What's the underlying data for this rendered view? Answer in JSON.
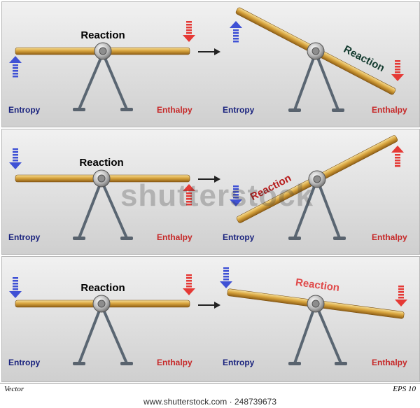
{
  "labels": {
    "entropy": "Entropy",
    "enthalpy": "Enthalpy",
    "reaction": "Reaction"
  },
  "colors": {
    "entropy_text": "#1a237e",
    "enthalpy_text": "#c62828",
    "entropy_arrow": "#3f51d5",
    "enthalpy_arrow": "#e53935",
    "reaction_default": "#000000",
    "reaction_row1_tilted": "#123a2e",
    "reaction_row2_tilted": "#b71c1c",
    "reaction_row3_tilted": "#e04a4a"
  },
  "rows": [
    {
      "left_scene": {
        "entropy_arrow": "up",
        "enthalpy_arrow": "down"
      },
      "right_scene": {
        "entropy_arrow": "up",
        "enthalpy_arrow": "down",
        "tilt": "enthalpy-side-down"
      }
    },
    {
      "left_scene": {
        "entropy_arrow": "down",
        "enthalpy_arrow": "up"
      },
      "right_scene": {
        "entropy_arrow": "down",
        "enthalpy_arrow": "up",
        "tilt": "entropy-side-down"
      }
    },
    {
      "left_scene": {
        "entropy_arrow": "down",
        "enthalpy_arrow": "down"
      },
      "right_scene": {
        "entropy_arrow": "down",
        "enthalpy_arrow": "down",
        "tilt": "slight-enthalpy-side-down"
      }
    }
  ],
  "footer": {
    "left": "Vector",
    "right": "EPS 10"
  },
  "watermark": "shutterstock",
  "credit": "www.shutterstock.com · 248739673"
}
